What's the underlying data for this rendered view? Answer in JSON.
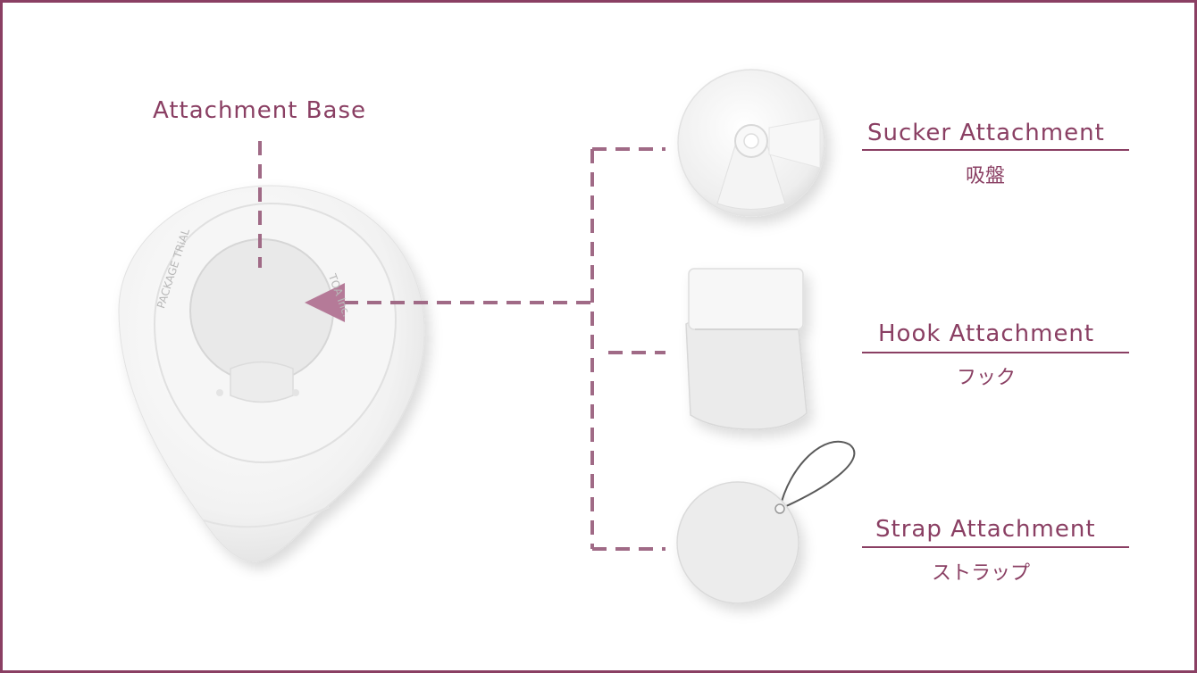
{
  "colors": {
    "accent": "#8a3f63",
    "connector": "#a06a86",
    "product": "#f1f1f1",
    "product_edge": "#e0e0e0"
  },
  "base": {
    "label": "Attachment Base",
    "engraving_left": "PACKAGE TRiAL",
    "engraving_right": "TOA Inc."
  },
  "attachments": [
    {
      "icon": "sucker-icon",
      "label_en": "Sucker Attachment",
      "label_jp": "吸盤"
    },
    {
      "icon": "hook-icon",
      "label_en": "Hook Attachment",
      "label_jp": "フック"
    },
    {
      "icon": "strap-icon",
      "label_en": "Strap Attachment",
      "label_jp": "ストラップ"
    }
  ]
}
